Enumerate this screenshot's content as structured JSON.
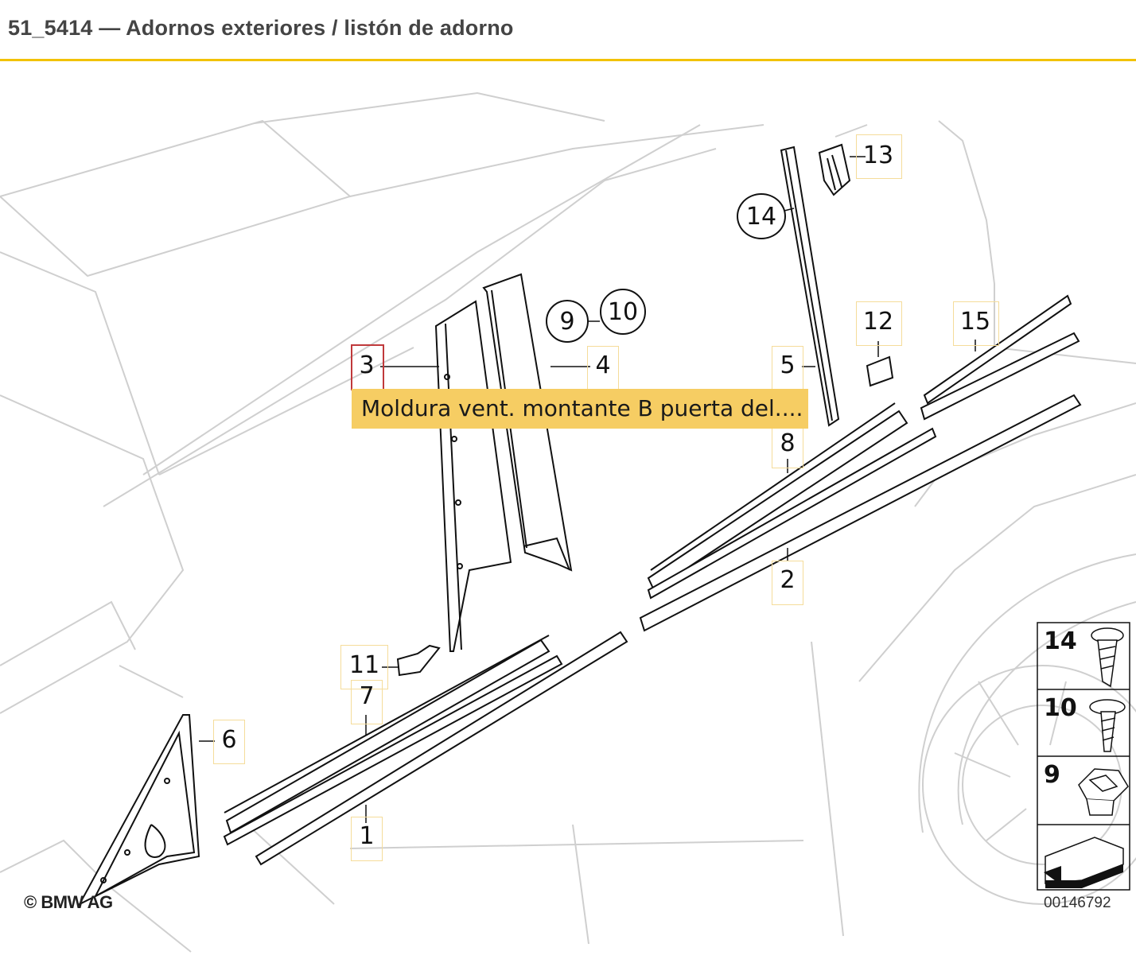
{
  "header": {
    "title": "51_5414 — Adornos exteriores / listón de adorno"
  },
  "tooltip": {
    "text": "Moldura vent. montante B puerta del...."
  },
  "callouts": {
    "c1": "1",
    "c2": "2",
    "c3": "3",
    "c4": "4",
    "c5": "5",
    "c6": "6",
    "c7": "7",
    "c8": "8",
    "c9": "9",
    "c10": "10",
    "c11": "11",
    "c12": "12",
    "c13": "13",
    "c14": "14",
    "c15": "15"
  },
  "legend": {
    "items": [
      "14",
      "10",
      "9"
    ]
  },
  "footer": {
    "copyright": "© BMW AG",
    "image_id": "00146792"
  },
  "colors": {
    "accent": "#f2c200",
    "tooltip_bg": "#f6cd63",
    "active_border": "#c0393b",
    "label_box_border": "#f5dc9a"
  }
}
